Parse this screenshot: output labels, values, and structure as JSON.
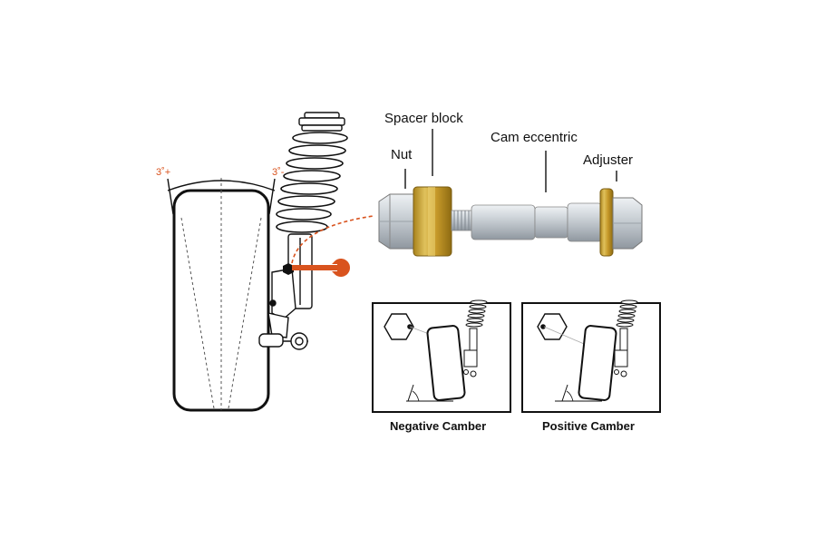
{
  "angles": {
    "left": "3˚+",
    "right": "3˚-"
  },
  "parts": {
    "spacer_block": "Spacer block",
    "nut": "Nut",
    "cam_eccentric": "Cam eccentric",
    "adjuster": "Adjuster"
  },
  "panels": {
    "negative": "Negative Camber",
    "positive": "Positive Camber"
  },
  "colors": {
    "accent": "#d9531e",
    "brass": "#c9a23a",
    "steel": "#c9ced3"
  }
}
